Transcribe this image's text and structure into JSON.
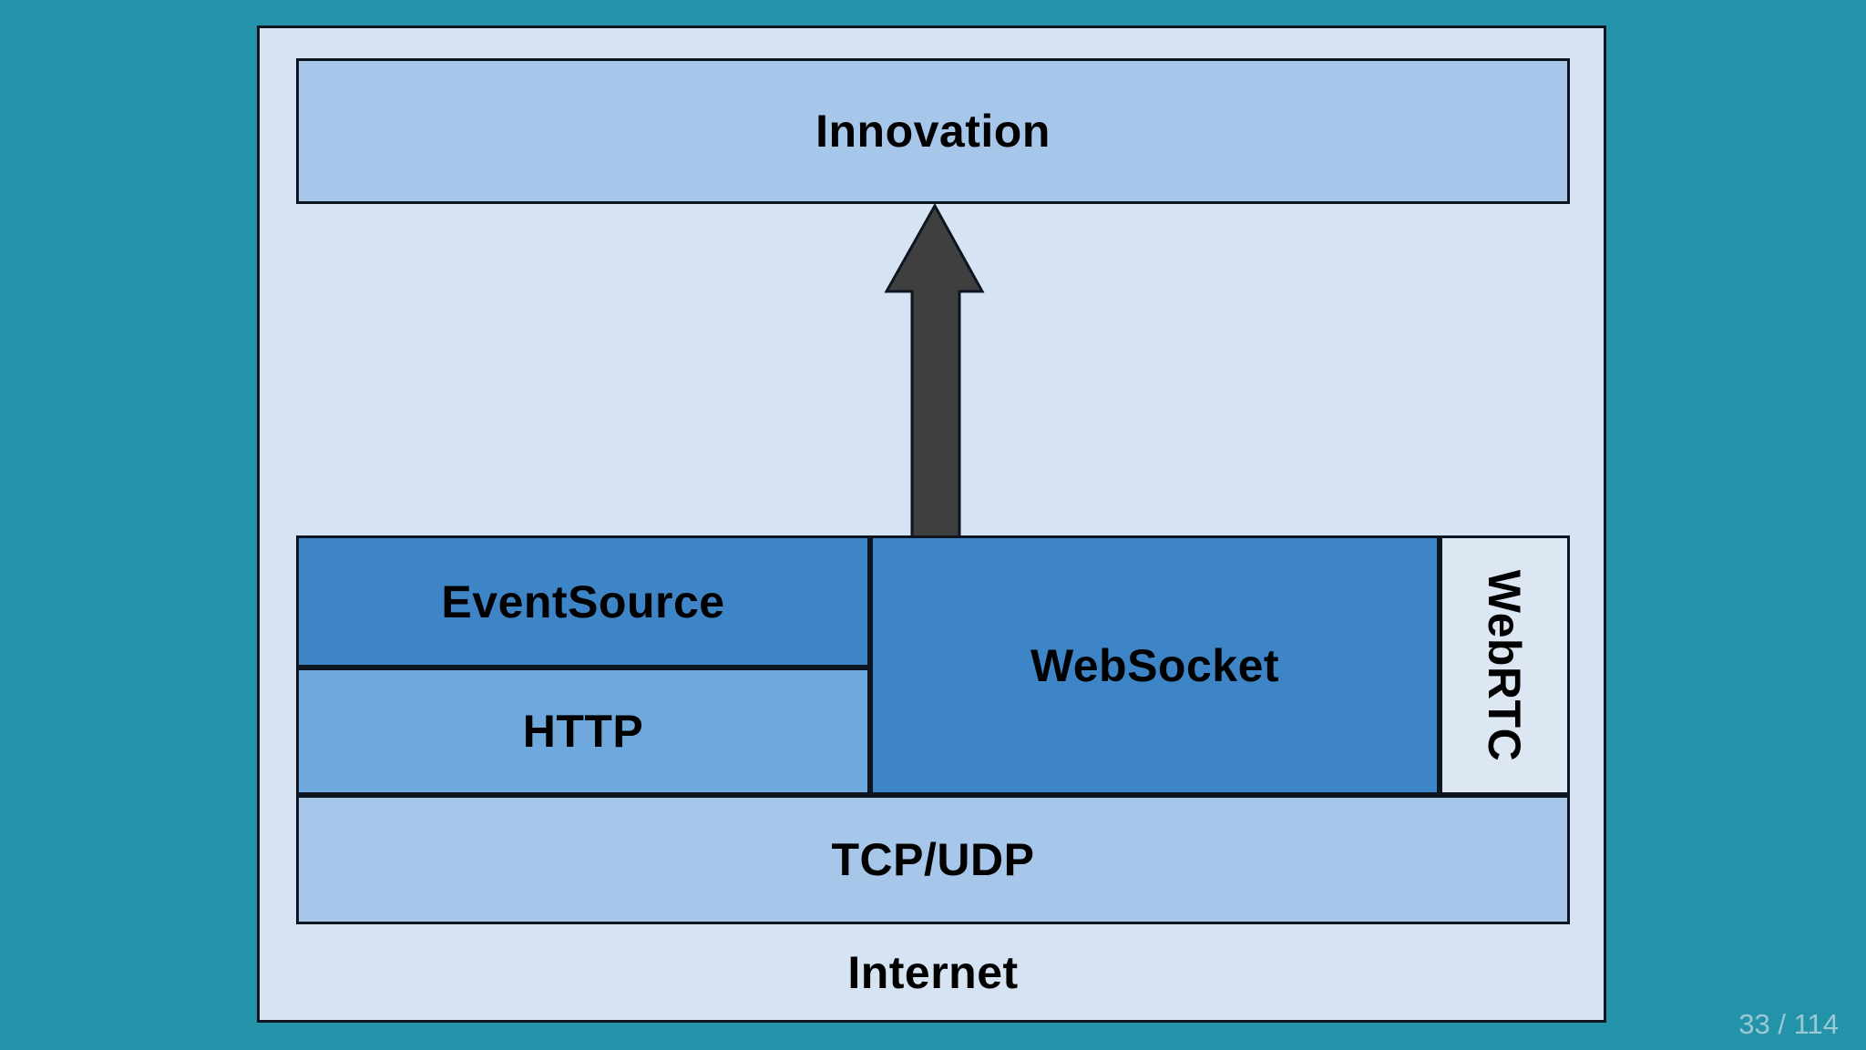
{
  "slide": {
    "background_color": "#2393a9",
    "page_indicator": "33 / 114",
    "page_indicator_color": "#9cc8d5"
  },
  "diagram": {
    "container": {
      "label": "Internet",
      "fill": "#d6e3f2"
    },
    "innovation": {
      "label": "Innovation",
      "fill": "#a6c6ea"
    },
    "eventsource": {
      "label": "EventSource",
      "fill": "#3d85c6"
    },
    "http": {
      "label": "HTTP",
      "fill": "#6fa8dc"
    },
    "websocket": {
      "label": "WebSocket",
      "fill": "#3d85c6"
    },
    "webrtc": {
      "label": "WebRTC",
      "fill": "#dce7f3"
    },
    "tcpudp": {
      "label": "TCP/UDP",
      "fill": "#a6c6ea"
    },
    "arrow": {
      "direction": "up",
      "fill": "#3f3f3f"
    },
    "label_color": "#000000",
    "border_color": "#0d1520"
  }
}
